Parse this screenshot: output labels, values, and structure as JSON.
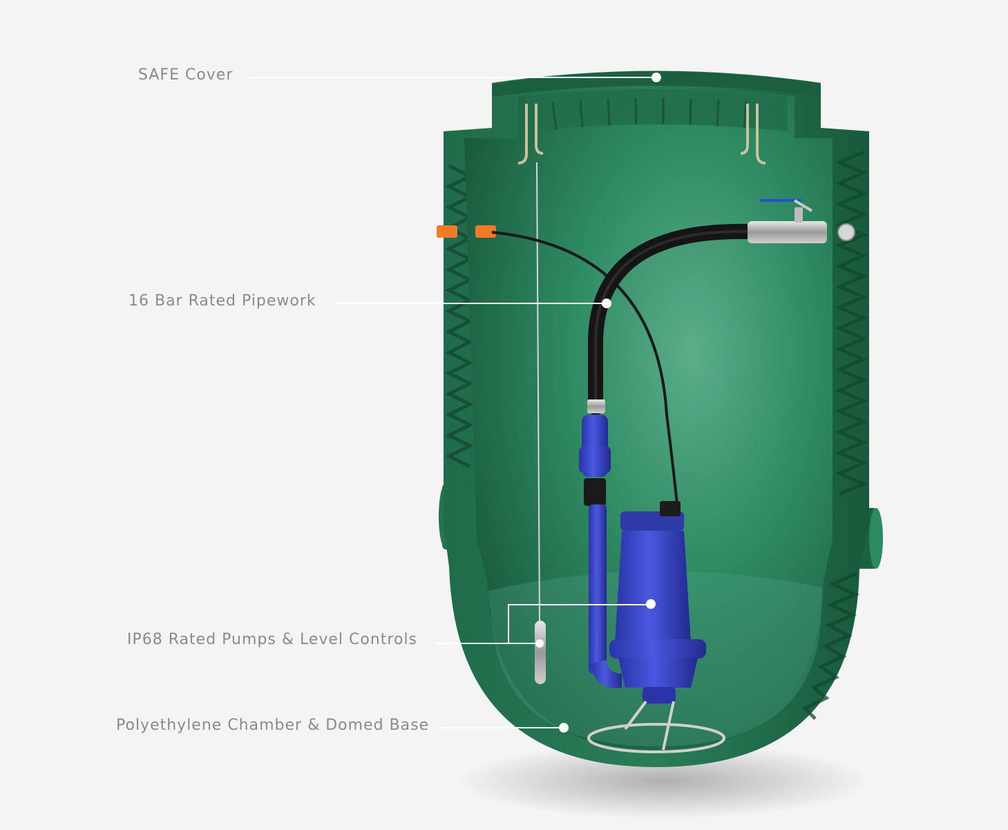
{
  "callouts": {
    "cover": "SAFE Cover",
    "pipework": "16 Bar Rated Pipework",
    "pumps": "IP68 Rated Pumps & Level Controls",
    "chamber": "Polyethylene Chamber & Domed Base"
  },
  "colors": {
    "background": "#f4f4f4",
    "chamber_green": "#1f6b4a",
    "pump_blue": "#3a46c8",
    "pipe_black": "#1a1a1a",
    "orange_gland": "#f07a2a",
    "label_gray": "#8a8a8a"
  }
}
